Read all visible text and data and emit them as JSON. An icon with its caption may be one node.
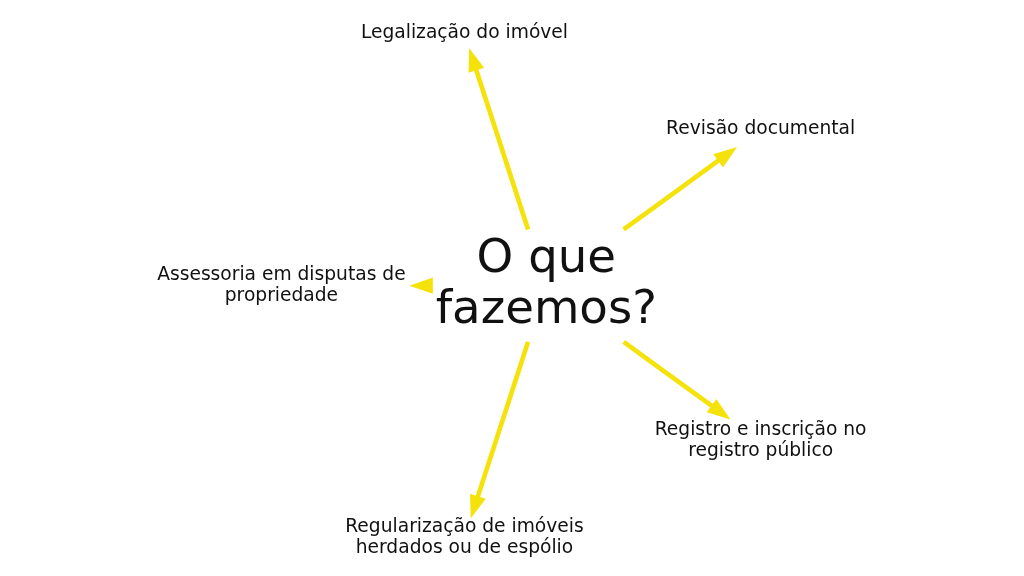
{
  "diagram": {
    "nodes": [
      {
        "text": [
          "O que fazemos?"
        ]
      },
      {
        "text": [
          "Revisão documental"
        ]
      },
      {
        "text": [
          "Legalização do imóvel"
        ]
      },
      {
        "text": [
          "Assessoria em disputas de propriedade"
        ]
      },
      {
        "text": [
          "Regularização de imóveis herdados ou de espólio"
        ]
      },
      {
        "text": [
          "Registro e inscrição no registro público"
        ]
      }
    ],
    "edges": [
      {
        "from": 0,
        "to": 1,
        "arrow": "to"
      },
      {
        "from": 0,
        "to": 2,
        "arrow": "to"
      },
      {
        "from": 0,
        "to": 3,
        "arrow": "to"
      },
      {
        "from": 0,
        "to": 4,
        "arrow": "to"
      },
      {
        "from": 0,
        "to": 5,
        "arrow": "to"
      }
    ]
  }
}
